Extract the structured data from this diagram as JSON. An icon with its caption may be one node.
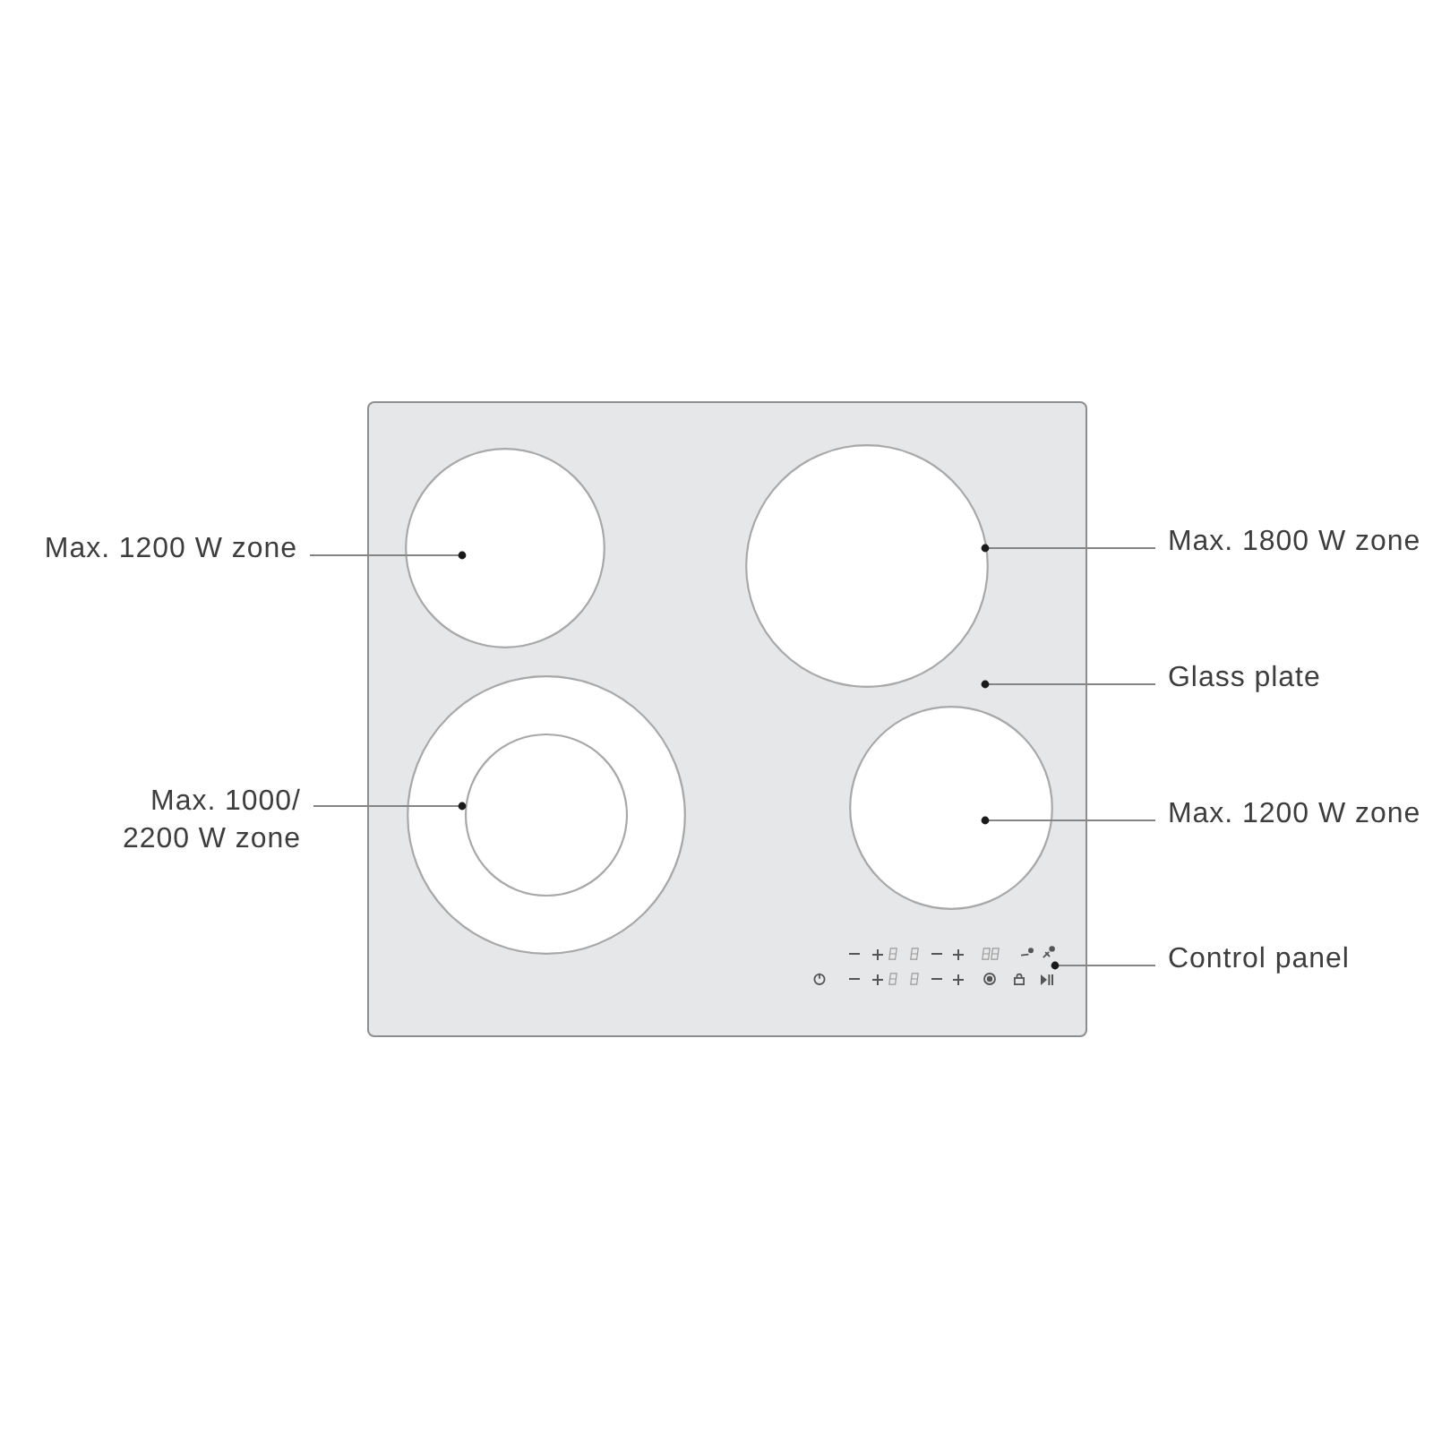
{
  "diagram": {
    "nodes": [
      {
        "text": [],
        "shape": "box"
      },
      {
        "text": [],
        "shape": "circle",
        "in": 0
      },
      {
        "text": [],
        "shape": "circle",
        "in": 0
      },
      {
        "text": [],
        "shape": "circle",
        "in": 0
      },
      {
        "text": [],
        "shape": "circle",
        "in": 0
      },
      {
        "text": [
          "Max. 1200 W zone"
        ]
      },
      {
        "text": [
          "Max. 1800 W zone"
        ]
      },
      {
        "text": [
          "Glass plate"
        ]
      },
      {
        "text": [
          "Max. 1000/ 2200 W zone"
        ]
      },
      {
        "text": [
          "Max. 1200 W zone"
        ]
      },
      {
        "text": [
          "Control panel"
        ]
      }
    ],
    "edges": [
      {
        "from": 5,
        "to": 1,
        "arrow": "other"
      },
      {
        "from": 6,
        "to": 2,
        "arrow": "other"
      },
      {
        "from": 7,
        "to": 0,
        "arrow": "other"
      },
      {
        "from": 8,
        "to": 3,
        "arrow": "other"
      },
      {
        "from": 9,
        "to": 4,
        "arrow": "other"
      },
      {
        "from": 10,
        "to": 0,
        "arrow": "other"
      }
    ]
  }
}
